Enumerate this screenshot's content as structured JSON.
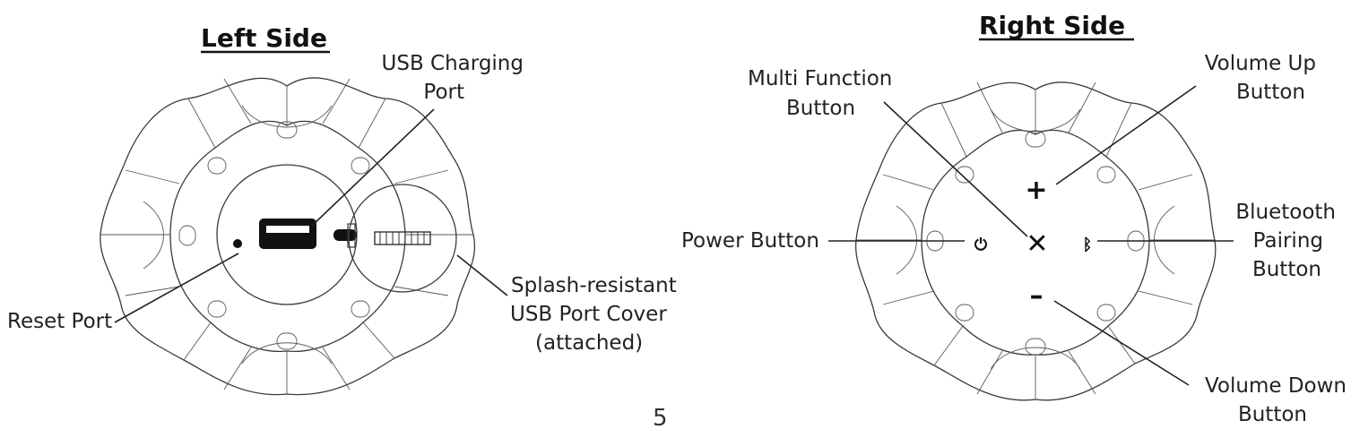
{
  "left": {
    "title": "Left Side",
    "usb_charging_port": [
      "USB Charging",
      "Port"
    ],
    "reset_port": "Reset Port",
    "port_cover": [
      "Splash-resistant",
      "USB Port Cover",
      "(attached)"
    ]
  },
  "right": {
    "title": "Right Side",
    "multi_function": [
      "Multi Function",
      "Button"
    ],
    "volume_up": [
      "Volume Up",
      "Button"
    ],
    "power": "Power Button",
    "bluetooth": [
      "Bluetooth",
      "Pairing",
      "Button"
    ],
    "volume_down": [
      "Volume Down",
      "Button"
    ],
    "symbols": {
      "plus": "+",
      "minus": "–",
      "multi": "✕",
      "power": "⏻",
      "bluetooth": "ᛒ"
    }
  },
  "page_number": "5"
}
